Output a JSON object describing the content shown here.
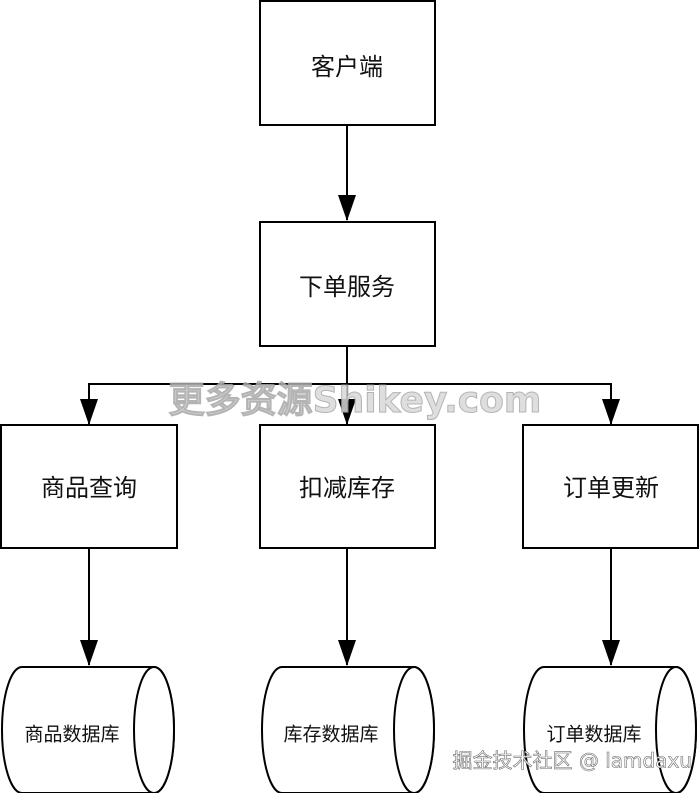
{
  "nodes": {
    "client": "客户端",
    "order_service": "下单服务",
    "product_query": "商品查询",
    "deduct_stock": "扣减库存",
    "order_update": "订单更新"
  },
  "databases": {
    "product_db": "商品数据库",
    "stock_db": "库存数据库",
    "order_db": "订单数据库"
  },
  "watermarks": {
    "main": "更多资源Shikey.com",
    "corner": "掘金技术社区 @ lamdaxu"
  },
  "colors": {
    "stroke": "#000000",
    "background": "#ffffff"
  }
}
